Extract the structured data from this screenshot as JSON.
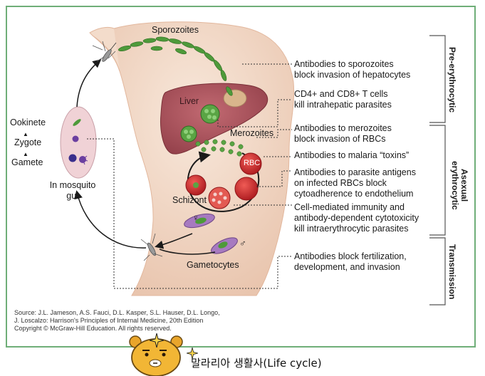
{
  "labels": {
    "sporozoites": "Sporozoites",
    "liver": "Liver",
    "merozoites": "Merozoites",
    "rbc": "RBC",
    "schizont": "Schizont",
    "gametocytes": "Gametocytes",
    "female_symbol": "♀",
    "male_symbol": "♂",
    "ookinete": "Ookinete",
    "zygote": "Zygote",
    "gamete": "Gamete",
    "mosquito_gut": [
      "In mosquito",
      "gut"
    ],
    "arrow_up": "▲"
  },
  "annotations": [
    {
      "lines": [
        "Antibodies to sporozoites",
        "block invasion of hepatocytes"
      ]
    },
    {
      "lines": [
        "CD4+ and CD8+ T cells",
        "kill intrahepatic parasites"
      ]
    },
    {
      "lines": [
        "Antibodies to merozoites",
        "block invasion of RBCs"
      ]
    },
    {
      "lines": [
        "Antibodies to malaria “toxins”"
      ]
    },
    {
      "lines": [
        "Antibodies to parasite antigens",
        "on infected RBCs block",
        "cytoadherence to endothelium"
      ]
    },
    {
      "lines": [
        "Cell-mediated immunity and",
        "antibody-dependent cytotoxicity",
        "kill intraerythrocytic parasites"
      ]
    },
    {
      "lines": [
        "Antibodies block fertilization,",
        "development, and invasion"
      ]
    }
  ],
  "stages": [
    "Pre-erythrocytic",
    "Asexual erythrocytic",
    "Transmission"
  ],
  "source": [
    "Source: J.L. Jameson, A.S. Fauci, D.L. Kasper, S.L. Hauser, D.L. Longo,",
    "J. Loscalzo: Harrison's Principles of Internal Medicine, 20th Edition",
    "Copyright © McGraw-Hill Education. All rights reserved."
  ],
  "caption": "말라리아 생활사(Life cycle)",
  "colors": {
    "frame_border": "#6fae78",
    "skin": "#f3dccb",
    "liver": "#b2545f",
    "parasite_green": "#4e9a3a",
    "rbc_red": "#c8262a",
    "gut": "#f0d2d6",
    "gametocyte_purple": "#a77ac0"
  },
  "icons": [
    "mosquito-icon",
    "cartoon-character-icon",
    "sparkle-icon"
  ]
}
